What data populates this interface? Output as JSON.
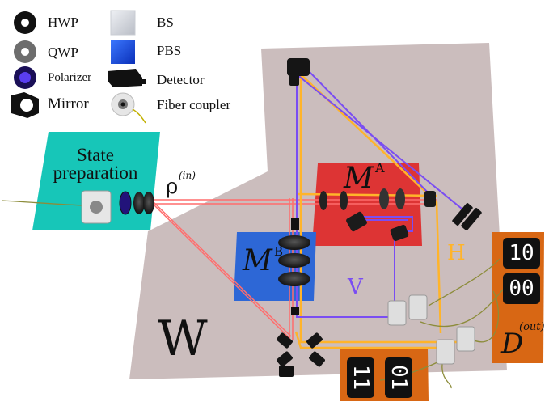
{
  "legend": {
    "items": [
      {
        "label": "HWP",
        "icon": "hwp-icon"
      },
      {
        "label": "QWP",
        "icon": "qwp-icon"
      },
      {
        "label": "Polarizer",
        "icon": "polarizer-icon"
      },
      {
        "label": "Mirror",
        "icon": "mirror-icon"
      },
      {
        "label": "BS",
        "icon": "bs-icon"
      },
      {
        "label": "PBS",
        "icon": "pbs-icon"
      },
      {
        "label": "Detector",
        "icon": "detector-icon"
      },
      {
        "label": "Fiber coupler",
        "icon": "fiber-coupler-icon"
      }
    ]
  },
  "state_prep": {
    "line1": "State",
    "line2": "preparation"
  },
  "rho": {
    "symbol": "ρ",
    "sup": "(in)"
  },
  "ma": {
    "base": "M",
    "sup": "A"
  },
  "mb": {
    "base": "M",
    "sup": "B"
  },
  "w_label": "W",
  "h_label": "H",
  "v_label": "V",
  "dout": {
    "base": "D",
    "sup": "(out)"
  },
  "detector_codes": {
    "right_top": "10",
    "right_bottom": "00",
    "bottom_left": "11",
    "bottom_right": "01"
  },
  "colors": {
    "table": "#cbbdbd",
    "state_prep": "#17c6b8",
    "ma": "#dd3434",
    "mb": "#2d67d6",
    "detector_panel": "#d86714",
    "beam_red": "#ff6d6d",
    "beam_orange": "#ffb42a",
    "beam_purple": "#7a4df2",
    "fiber": "#8c8c3a"
  }
}
